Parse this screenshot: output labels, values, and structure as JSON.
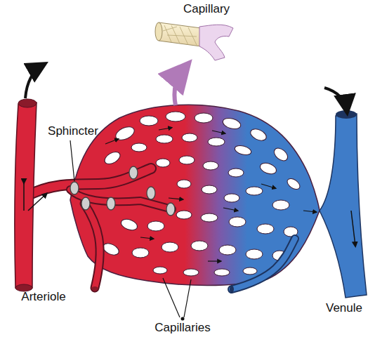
{
  "diagram": {
    "labels": [
      "Capillary",
      "Sphincter",
      "Arteriole",
      "Venule",
      "Capillaries"
    ]
  }
}
